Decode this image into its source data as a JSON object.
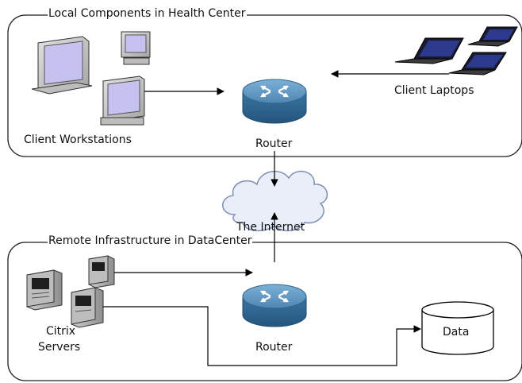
{
  "groups": {
    "local": "Local Components in Health Center",
    "remote": "Remote Infrastructure in DataCenter"
  },
  "labels": {
    "client_workstations": "Client Workstations",
    "client_laptops": "Client Laptops",
    "router_top": "Router",
    "internet": "The Internet",
    "citrix_servers_line1": "Citrix",
    "citrix_servers_line2": "Servers",
    "router_bottom": "Router",
    "data": "Data"
  },
  "colors": {
    "router_top": "#5f97bf",
    "router_side": "#2f648e",
    "monitor_screen": "#c6c2f0",
    "cloud": "#e9eef8",
    "cloud_stroke": "#7e8fb3"
  }
}
